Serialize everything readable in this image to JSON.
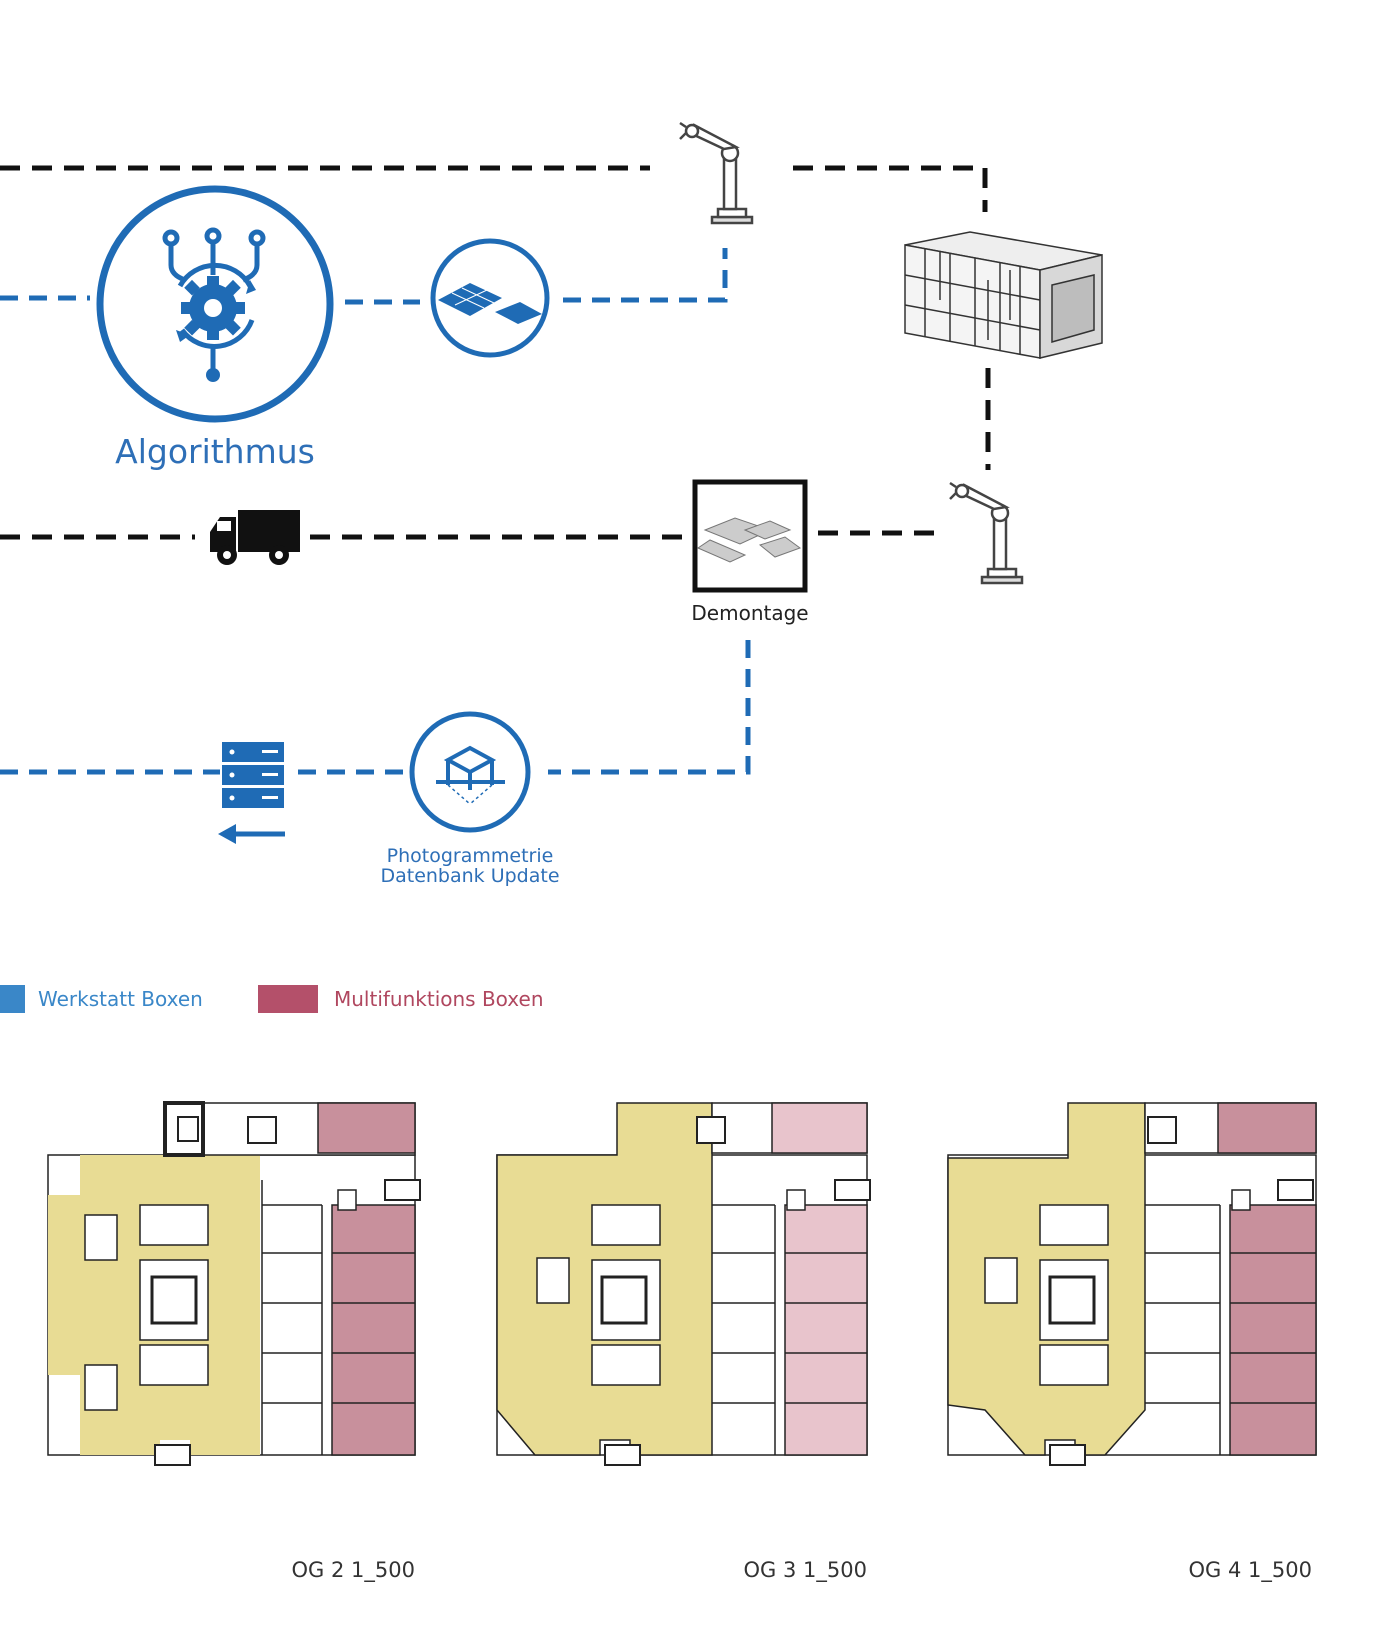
{
  "diagram": {
    "algorithm_label": "Algorithmus",
    "dismantle_label": "Demontage",
    "photogrammetry_label_line1": "Photogrammetrie",
    "photogrammetry_label_line2": "Datenbank Update"
  },
  "legend": {
    "workshop_label": "Werkstatt Boxen",
    "workshop_color": "#3a87c8",
    "multi_label": "Multifunktions Boxen",
    "multi_color": "#b4506a"
  },
  "colors": {
    "flow_blue": "#1f6bb5",
    "flow_black": "#111111",
    "circulation_yellow": "#e8dc94",
    "multi_box_strong": "#c8909c",
    "multi_box_light": "#e8c4cc"
  },
  "plans": [
    {
      "label": "OG 2 1_500"
    },
    {
      "label": "OG 3 1_500"
    },
    {
      "label": "OG 4 1_500"
    }
  ]
}
